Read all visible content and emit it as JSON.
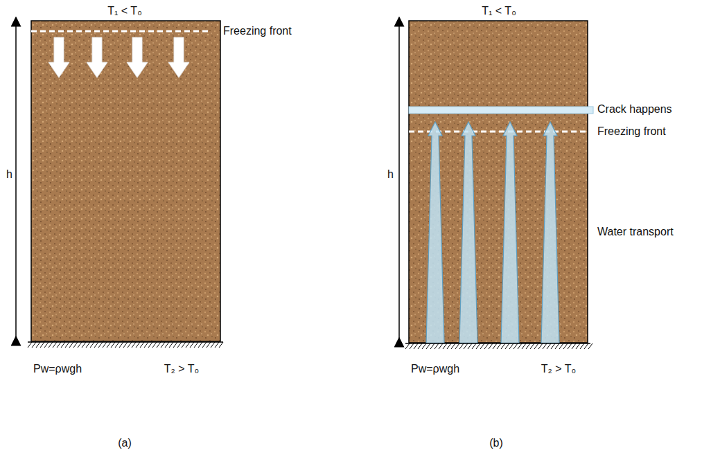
{
  "diagram": {
    "labels": [
      "T₁ < T₀",
      "h",
      "Freezing front",
      "Pw=ρwgh",
      "T₂ > T₀",
      "(a)",
      "T₁ < T₀",
      "h",
      "Crack happens",
      "Freezing front",
      "Water transport",
      "Pw=ρwgh",
      "T₂ > T₀",
      "(b)"
    ]
  }
}
